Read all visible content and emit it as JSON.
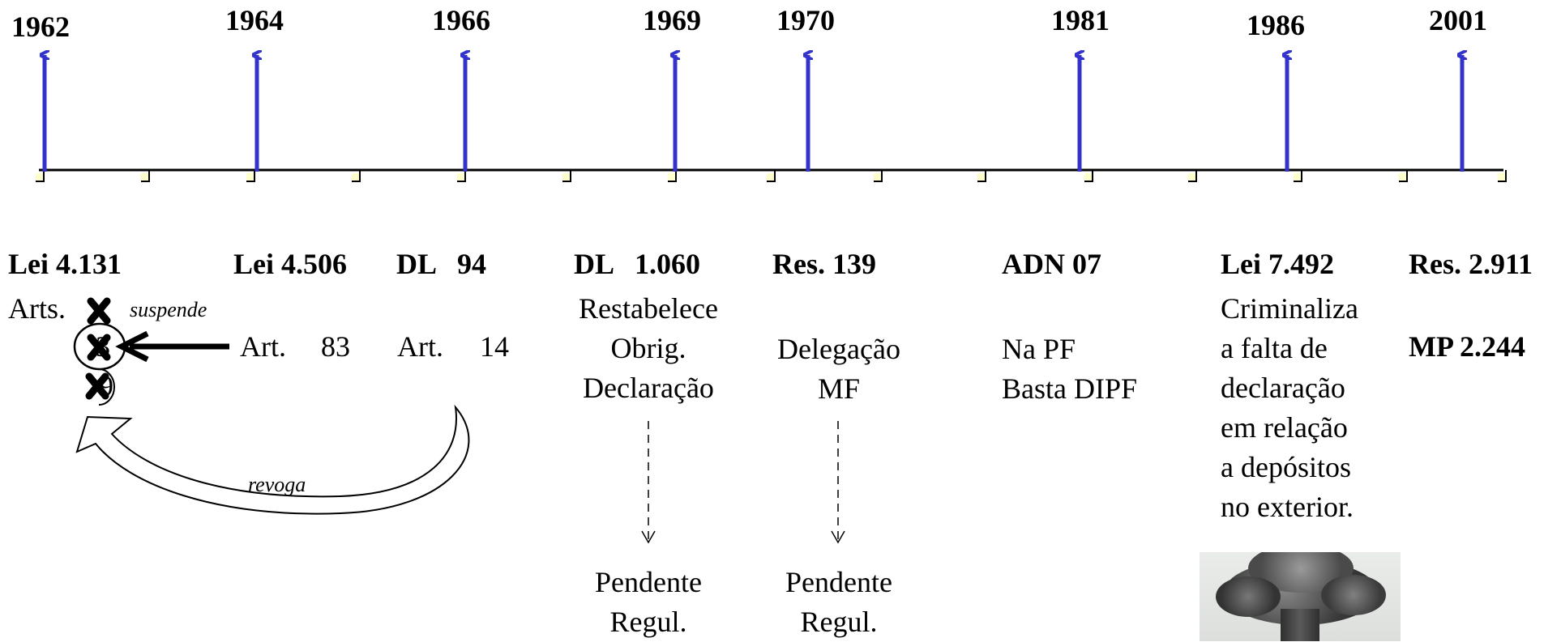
{
  "years": [
    "1962",
    "1964",
    "1966",
    "1969",
    "1970",
    "1981",
    "1986",
    "2001"
  ],
  "events": {
    "lei4131": {
      "title": "Lei 4.131",
      "arts": "Arts.",
      "suspende": "suspende",
      "n3": "3",
      "n9": "9"
    },
    "lei4506": {
      "title": "Lei 4.506",
      "art_label": "Art.",
      "art_num": "83"
    },
    "dl94": {
      "title": "DL   94",
      "art_label": "Art.",
      "art_num": "14"
    },
    "dl1060": {
      "title": "DL   1.060",
      "lines": [
        "Restabelece",
        "Obrig.",
        "Declaração"
      ],
      "pend": [
        "Pendente",
        "Regul."
      ]
    },
    "res139": {
      "title": "Res. 139",
      "lines": [
        "Delegação",
        "MF"
      ],
      "pend": [
        "Pendente",
        "Regul."
      ]
    },
    "adn07": {
      "title": "ADN 07",
      "lines": [
        "Na PF",
        "Basta DIPF"
      ]
    },
    "lei7492": {
      "title": "Lei 7.492",
      "lines": [
        "Criminaliza",
        "a falta de",
        "declaração",
        "em relação",
        "a depósitos",
        "no exterior."
      ]
    },
    "res2911": {
      "title": "Res. 2.911",
      "mp": "MP 2.244"
    }
  },
  "revoga": "revoga",
  "colors": {
    "arrow_blue": "#3333cc",
    "tick_fill": "#ffffcc",
    "axis": "#000000"
  }
}
